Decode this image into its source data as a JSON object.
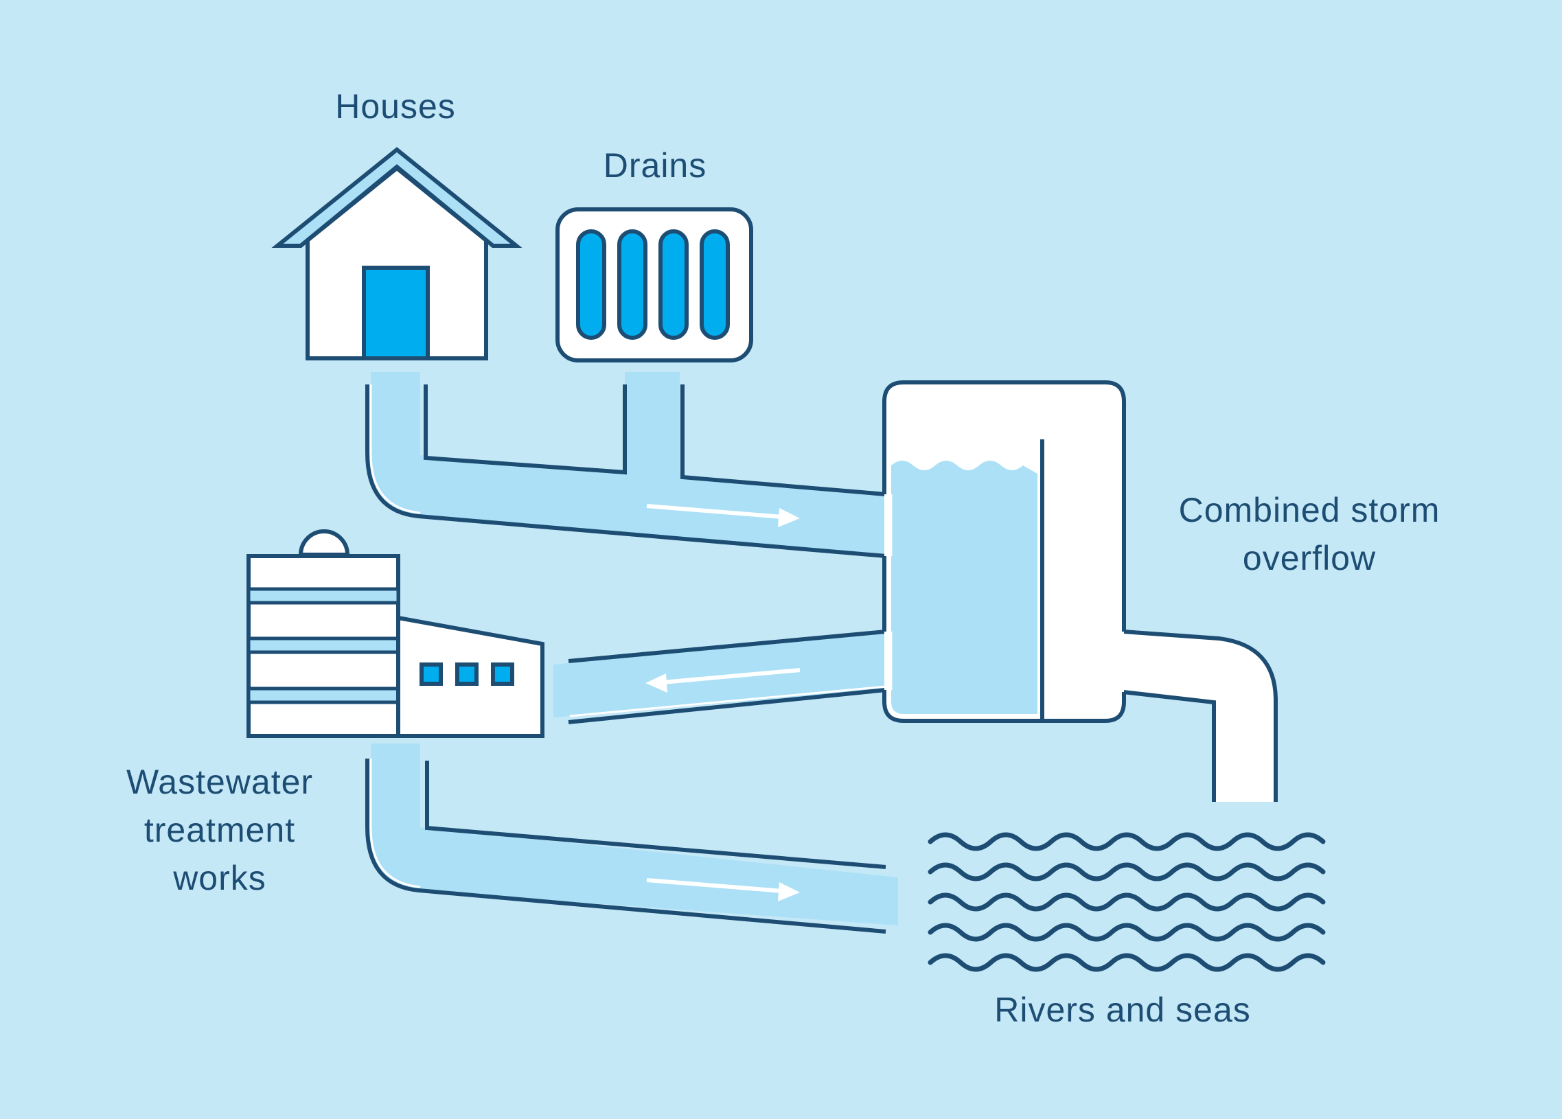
{
  "labels": {
    "houses": "Houses",
    "drains": "Drains",
    "overflow_line1": "Combined storm",
    "overflow_line2": "overflow",
    "treatment_line1": "Wastewater",
    "treatment_line2": "treatment",
    "treatment_line3": "works",
    "rivers": "Rivers and seas"
  },
  "colors": {
    "background": "#c5e8f7",
    "outline": "#1d4d73",
    "pipe_water": "#abe0f7",
    "accent_blue": "#00aeef",
    "white": "#ffffff"
  },
  "icons": {
    "houses": "house-icon",
    "drains": "drain-grate-icon",
    "overflow": "storm-overflow-tank-icon",
    "treatment": "treatment-plant-icon",
    "rivers": "water-waves-icon"
  }
}
